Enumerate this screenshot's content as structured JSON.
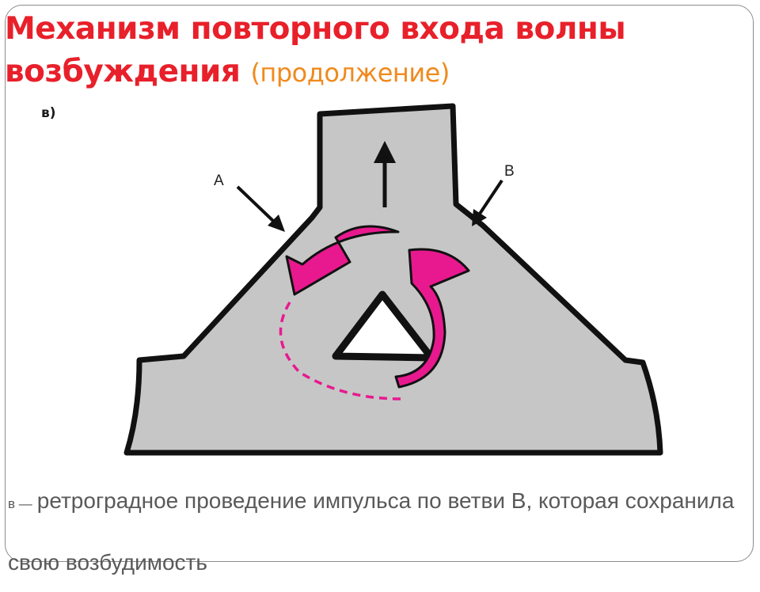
{
  "slide": {
    "title_main": "Механизм повторного входа волны возбуждения",
    "title_continuation": "(продолжение)",
    "figure_label": "в)",
    "branch_a_label": "А",
    "branch_b_label": "В",
    "caption_marker": "в —",
    "caption_text": "ретроградное проведение импульса по ветви В, которая сохранила свою возбудимость"
  },
  "colors": {
    "title": "#e8202a",
    "title_continuation": "#f08a1e",
    "tissue_fill": "#c6c6c6",
    "outline": "#111111",
    "impulse_arrow": "#e8198f",
    "caption_text": "#595959"
  }
}
